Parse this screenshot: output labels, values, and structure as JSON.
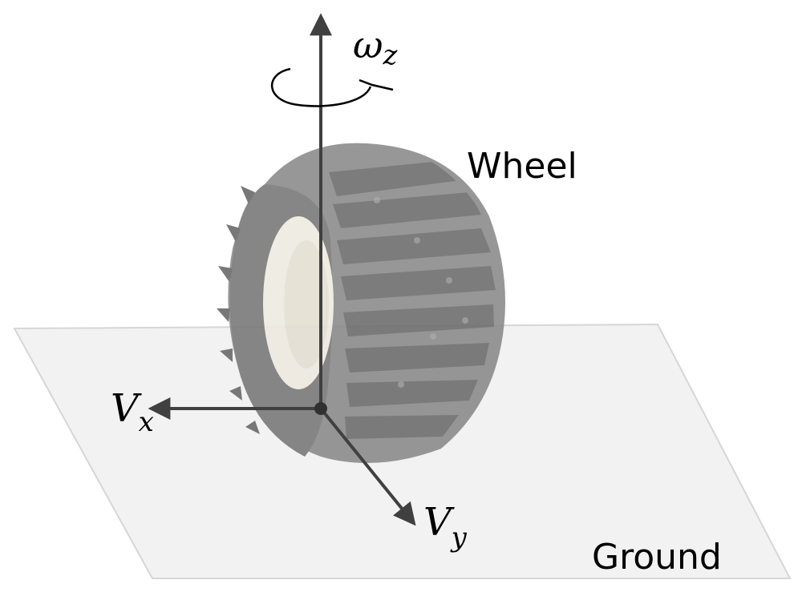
{
  "diagram": {
    "labels": {
      "wheel": "Wheel",
      "ground": "Ground"
    },
    "axes": {
      "omega": {
        "symbol": "ω",
        "subscript": "z"
      },
      "vx": {
        "symbol": "V",
        "subscript": "x"
      },
      "vy": {
        "symbol": "V",
        "subscript": "y"
      }
    },
    "colors": {
      "ground_fill": "#f2f2f2",
      "ground_stroke": "#d6d6d6",
      "arrow": "#404040",
      "tire_dark": "#6e6e6e",
      "tire_mid": "#8c8c8c",
      "tire_light": "#a8a8a8",
      "rim": "#eeeae0"
    }
  }
}
